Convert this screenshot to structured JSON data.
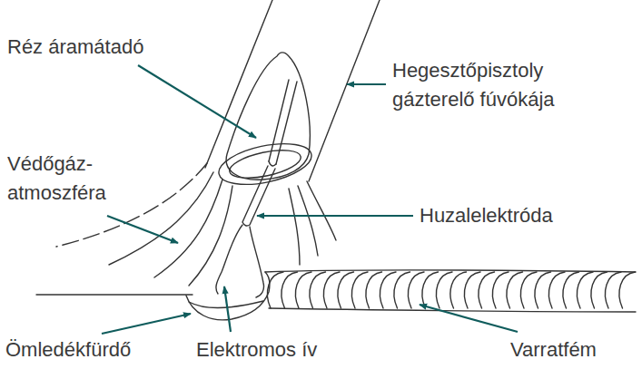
{
  "diagram": {
    "labels": [
      "Réz áramátadó",
      "Hegesztőpisztoly gázterelő fúvókája",
      "Védőgáz- atmoszféra",
      "Huzalelektróda",
      "Ömledékfürdő",
      "Elektromos ív",
      "Varratfém"
    ]
  }
}
